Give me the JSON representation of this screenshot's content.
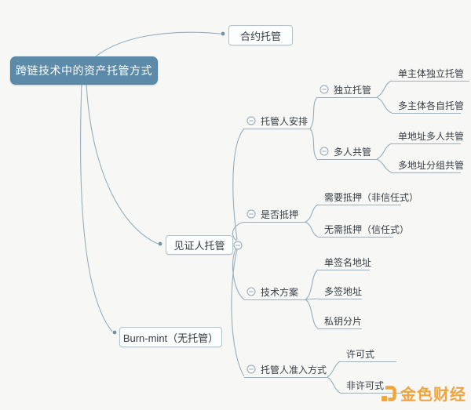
{
  "mindmap": {
    "root": {
      "label": "跨链技术中的资产托管方式"
    },
    "children": [
      {
        "label": "合约托管"
      },
      {
        "label": "见证人托管",
        "children": [
          {
            "label": "托管人安排",
            "children": [
              {
                "label": "独立托管",
                "children": [
                  {
                    "label": "单主体独立托管"
                  },
                  {
                    "label": "多主体各自托管"
                  }
                ]
              },
              {
                "label": "多人共管",
                "children": [
                  {
                    "label": "单地址多人共管"
                  },
                  {
                    "label": "多地址分组共管"
                  }
                ]
              }
            ]
          },
          {
            "label": "是否抵押",
            "children": [
              {
                "label": "需要抵押（非信任式）"
              },
              {
                "label": "无需抵押（信任式）"
              }
            ]
          },
          {
            "label": "技术方案",
            "children": [
              {
                "label": "单签名地址"
              },
              {
                "label": "多签地址"
              },
              {
                "label": "私钥分片"
              }
            ]
          },
          {
            "label": "托管人准入方式",
            "children": [
              {
                "label": "许可式"
              },
              {
                "label": "非许可式"
              }
            ]
          }
        ]
      },
      {
        "label": "Burn-mint（无托管）"
      }
    ]
  },
  "watermark": {
    "label": "金色财经"
  },
  "colors": {
    "background": "#f7f8f6",
    "root_fill": "#5c8aa9",
    "root_text": "#ffffff",
    "connector": "#96acbb",
    "node_border": "#b2c1ca",
    "text": "#383e44",
    "watermark_orange": "#f0a43c"
  }
}
